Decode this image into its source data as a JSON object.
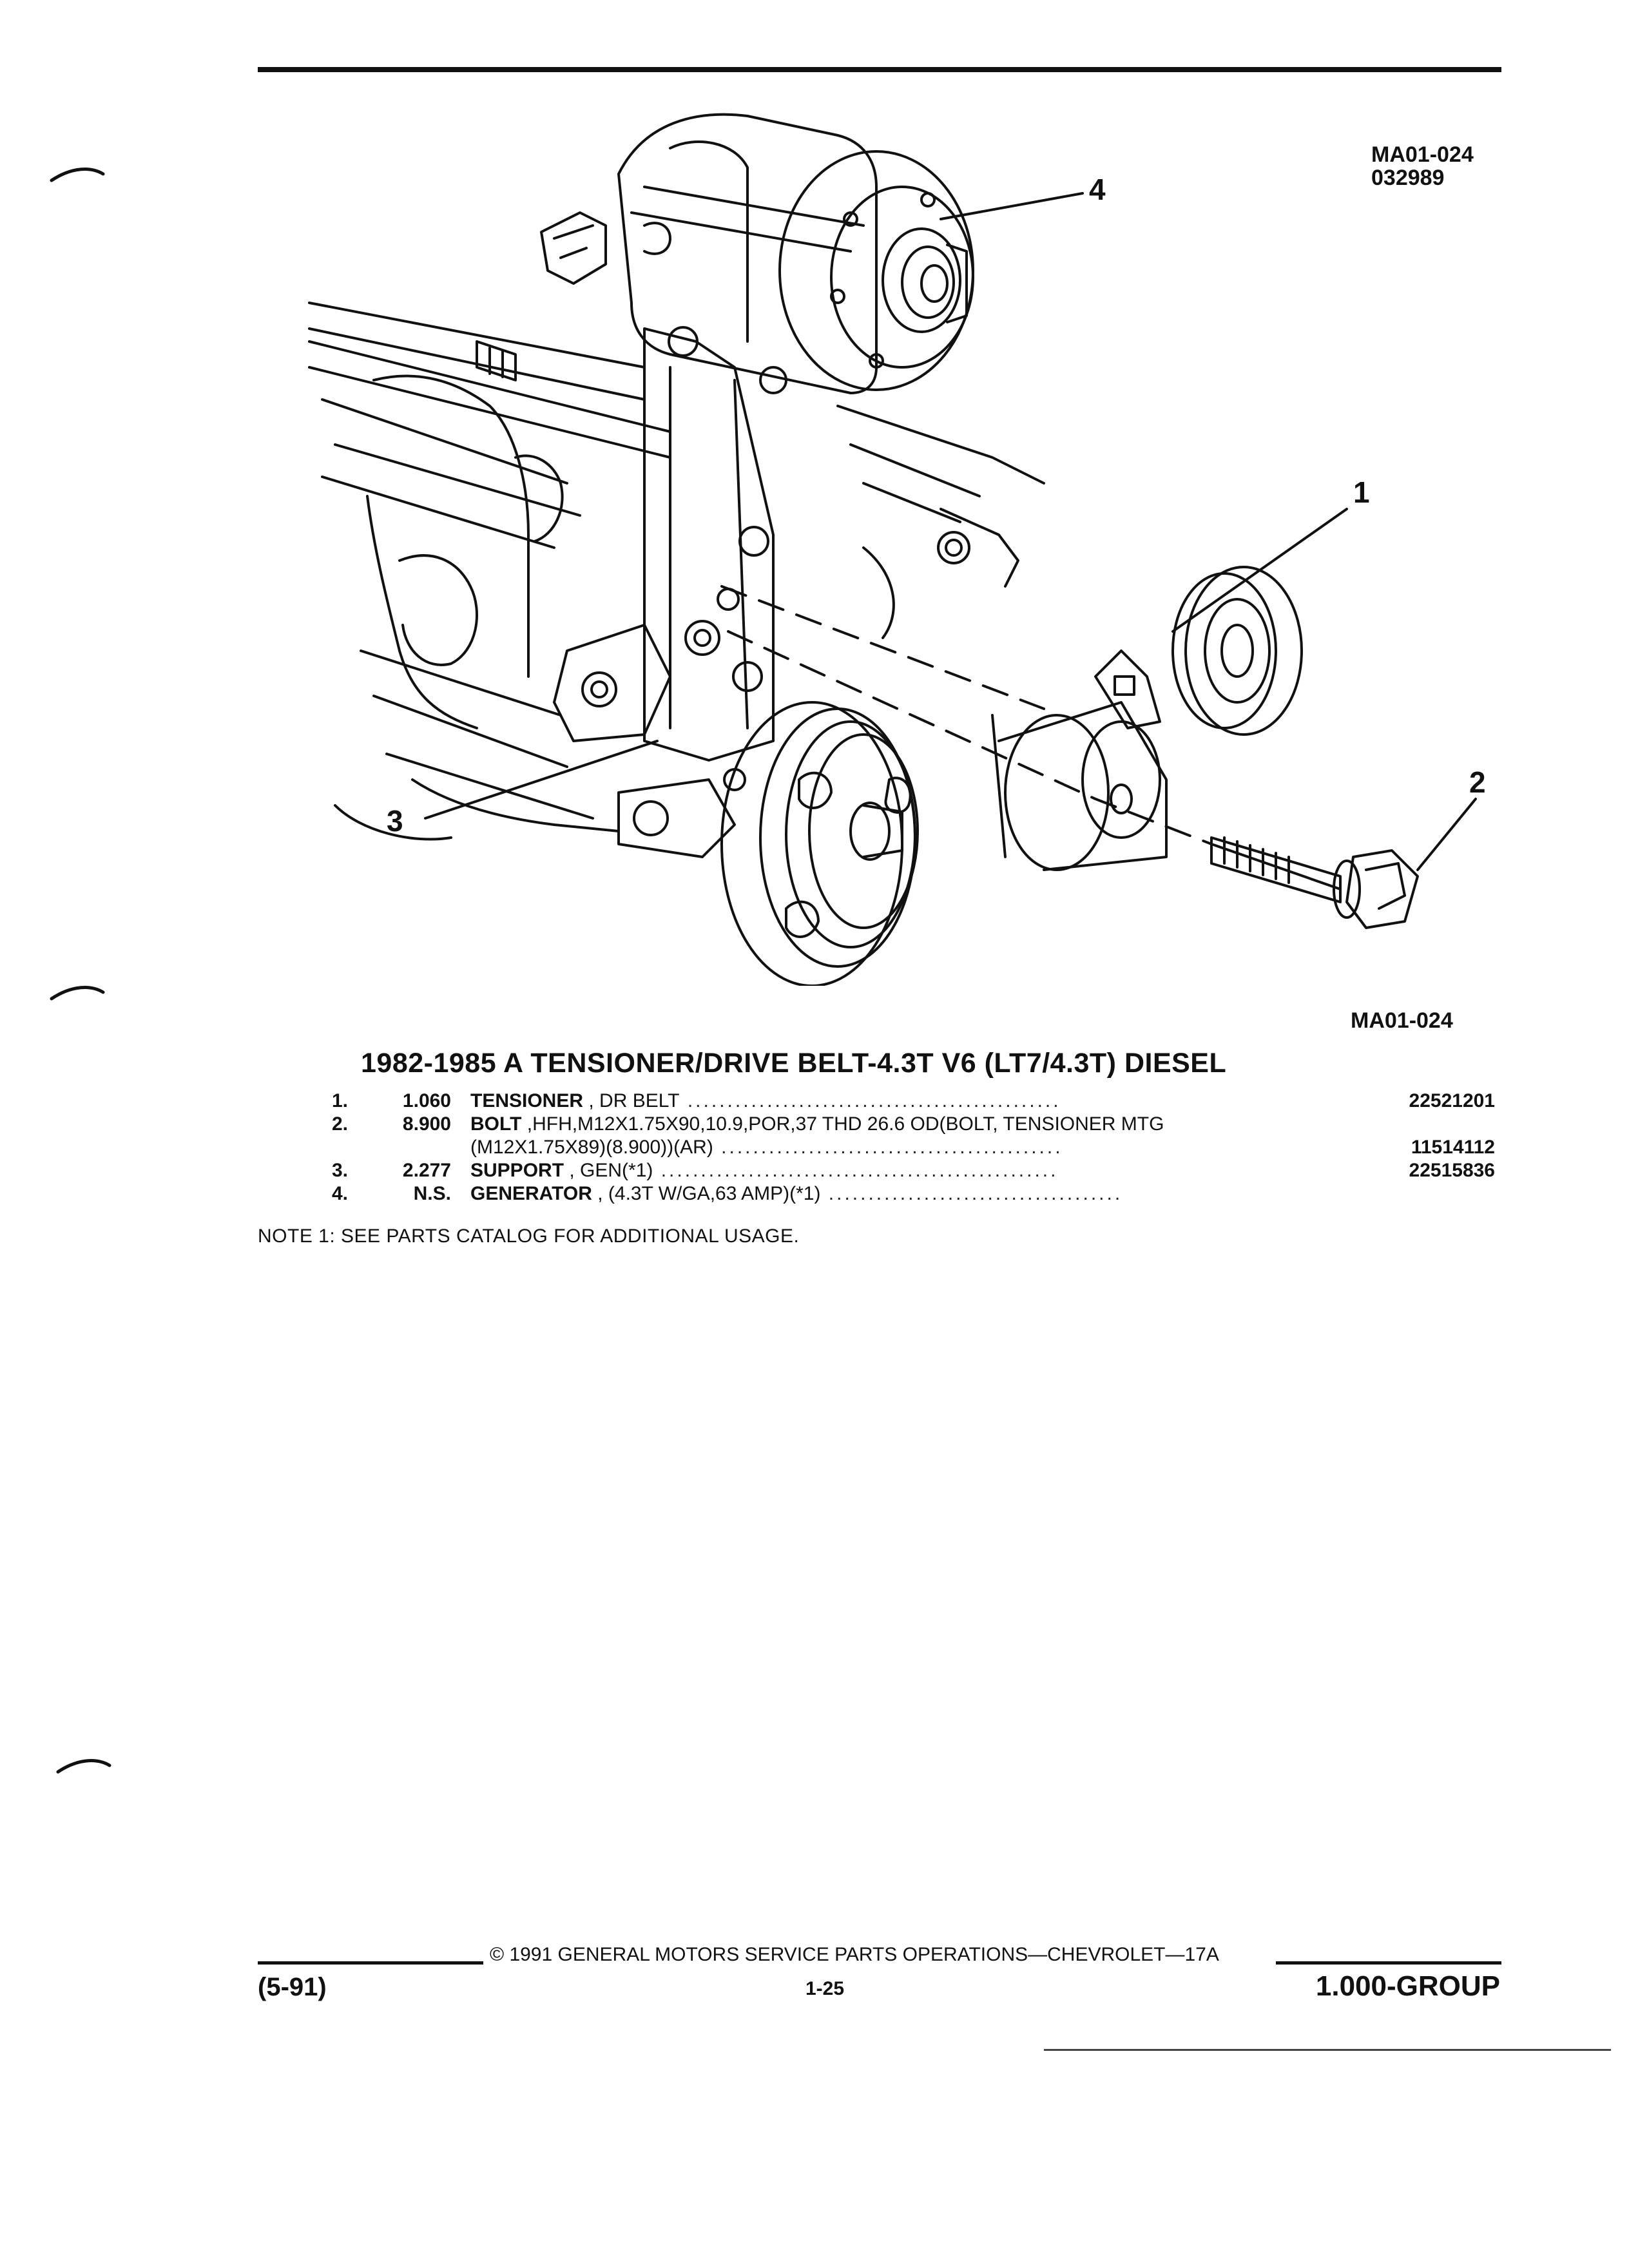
{
  "header": {
    "diagram_code": "MA01-024",
    "date_code": "032989"
  },
  "figure": {
    "callouts": [
      "1",
      "2",
      "3",
      "4"
    ],
    "caption_code": "MA01-024"
  },
  "section_title": "1982-1985 A TENSIONER/DRIVE BELT-4.3T V6 (LT7/4.3T) DIESEL",
  "parts": [
    {
      "num": "1.",
      "qty": "1.060",
      "name": "TENSIONER",
      "desc": " , DR BELT",
      "leader": " ...............................................",
      "part_no": "22521201"
    },
    {
      "num": "2.",
      "qty": "8.900",
      "name": "BOLT",
      "desc": " ,HFH,M12X1.75X90,10.9,POR,37 THD 26.6 OD(BOLT, TENSIONER MTG",
      "leader": "",
      "part_no": ""
    },
    {
      "num": "",
      "qty": "",
      "name": "",
      "desc": "(M12X1.75X89)(8.900))(AR)",
      "leader": " ...........................................",
      "part_no": "11514112"
    },
    {
      "num": "3.",
      "qty": "2.277",
      "name": "SUPPORT",
      "desc": " , GEN(*1)",
      "leader": " ..................................................",
      "part_no": "22515836"
    },
    {
      "num": "4.",
      "qty": "N.S.",
      "name": "GENERATOR",
      "desc": " , (4.3T W/GA,63 AMP)(*1)",
      "leader": " .....................................",
      "part_no": ""
    }
  ],
  "note": "NOTE  1: SEE PARTS CATALOG FOR ADDITIONAL USAGE.",
  "footer": {
    "copyright": "© 1991 GENERAL MOTORS SERVICE PARTS OPERATIONS—CHEVROLET—17A",
    "revision": "(5-91)",
    "page": "1-25",
    "group": "1.000-GROUP"
  }
}
